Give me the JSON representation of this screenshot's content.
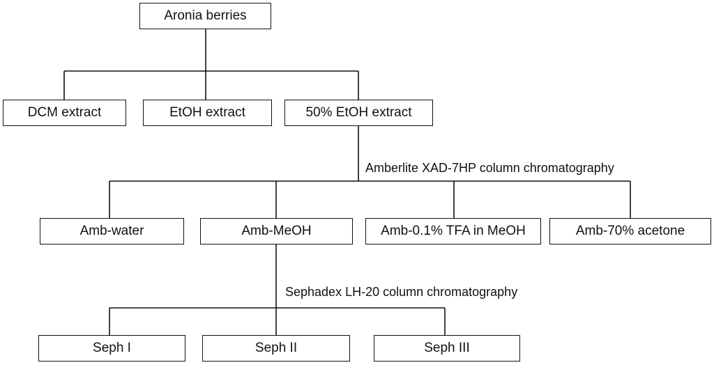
{
  "root": {
    "label": "Aronia berries"
  },
  "extracts": [
    {
      "label": "DCM extract"
    },
    {
      "label": "EtOH extract"
    },
    {
      "label": "50% EtOH extract"
    }
  ],
  "step1": {
    "label": "Amberlite XAD-7HP column chromatography"
  },
  "amberlite_fractions": [
    {
      "label": "Amb-water"
    },
    {
      "label": "Amb-MeOH"
    },
    {
      "label": "Amb-0.1% TFA in MeOH"
    },
    {
      "label": "Amb-70% acetone"
    }
  ],
  "step2": {
    "label": "Sephadex LH-20 column chromatography"
  },
  "sephadex_fractions": [
    {
      "label": "Seph I"
    },
    {
      "label": "Seph II"
    },
    {
      "label": "Seph III"
    }
  ]
}
